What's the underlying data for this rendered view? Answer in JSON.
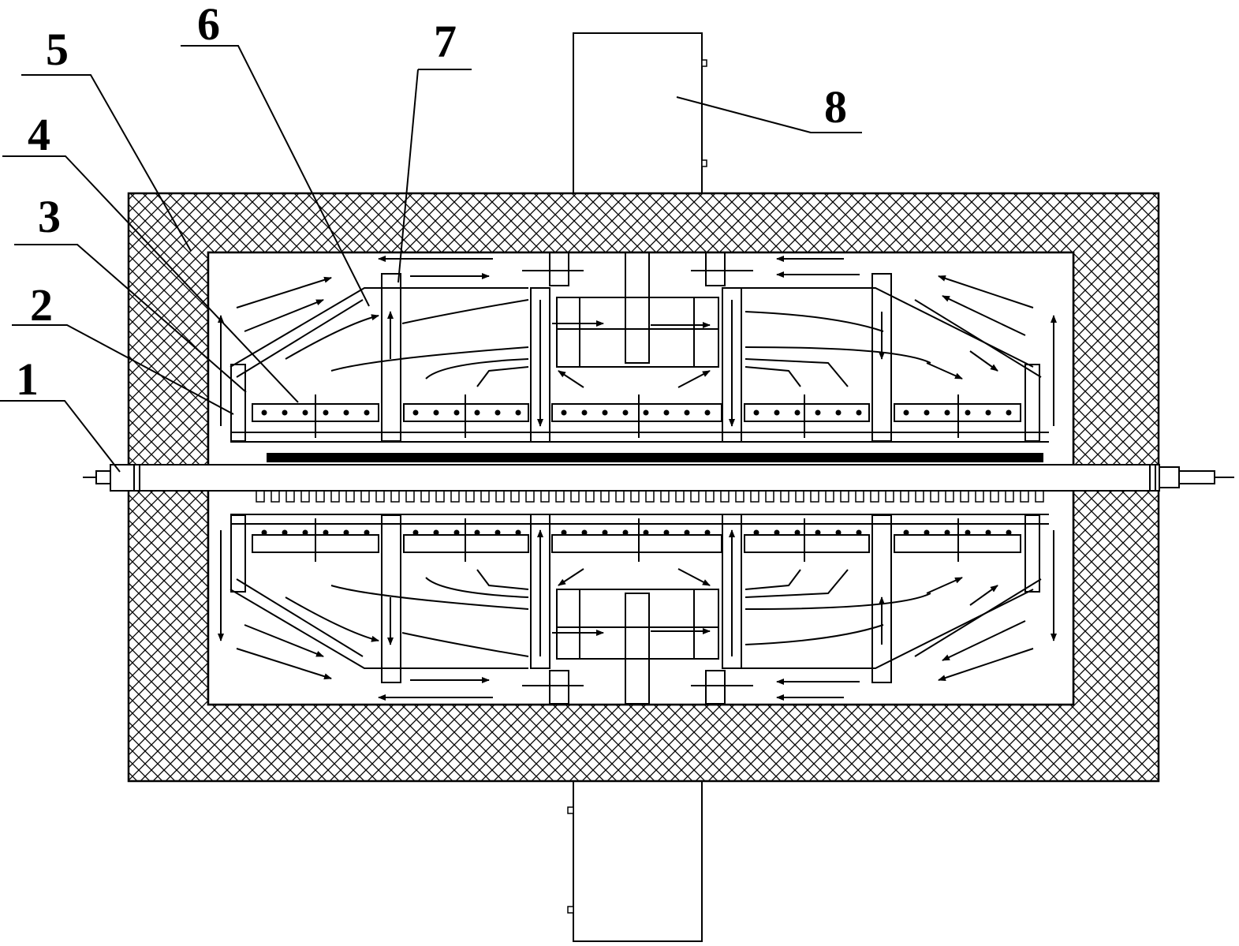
{
  "figure": {
    "labels": [
      "1",
      "2",
      "3",
      "4",
      "5",
      "6",
      "7",
      "8"
    ]
  },
  "colors": {
    "ink": "#000000",
    "background": "#ffffff"
  }
}
